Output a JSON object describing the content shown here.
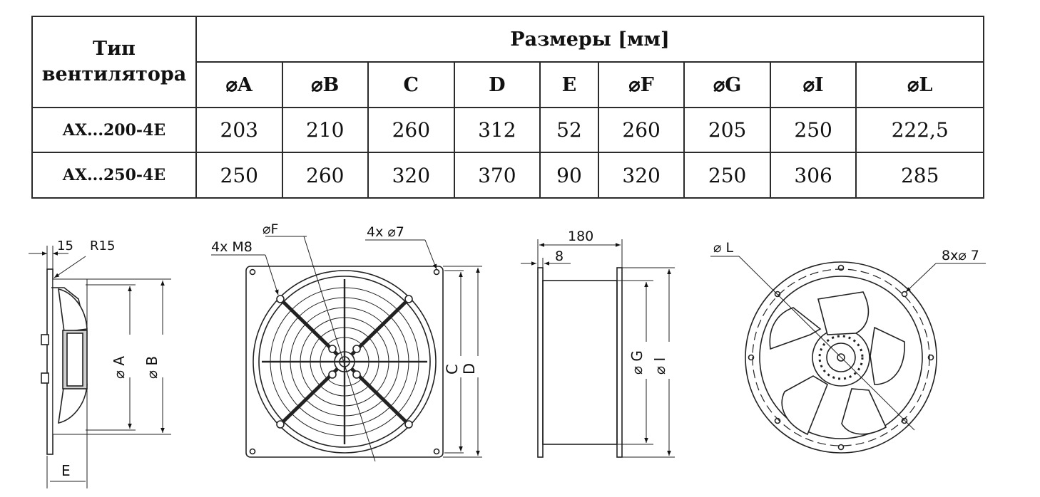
{
  "table": {
    "type_header": [
      "Тип",
      "вентилятора"
    ],
    "group_header": "Размеры [мм]",
    "columns": [
      "⌀A",
      "⌀B",
      "C",
      "D",
      "E",
      "⌀F",
      "⌀G",
      "⌀I",
      "⌀L"
    ],
    "rows": [
      {
        "model": "AX...200-4E",
        "values": [
          "203",
          "210",
          "260",
          "312",
          "52",
          "260",
          "205",
          "250",
          "222,5"
        ]
      },
      {
        "model": "AX...250-4E",
        "values": [
          "250",
          "260",
          "320",
          "370",
          "90",
          "320",
          "250",
          "306",
          "285"
        ]
      }
    ]
  },
  "drawings": {
    "side": {
      "dim_15": "15",
      "dim_r15": "R15",
      "dim_a": "⌀ A",
      "dim_b": "⌀ B",
      "dim_e": "E"
    },
    "front": {
      "dim_f": "⌀F",
      "dim_m8": "4x M8",
      "dim_holes": "4x  ⌀7",
      "dim_c": "C",
      "dim_d": "D"
    },
    "profile": {
      "dim_180": "180",
      "dim_8": "8",
      "dim_g": "⌀ G",
      "dim_i": "⌀ I"
    },
    "round": {
      "dim_l": "⌀ L",
      "dim_holes": "8x⌀ 7"
    }
  }
}
